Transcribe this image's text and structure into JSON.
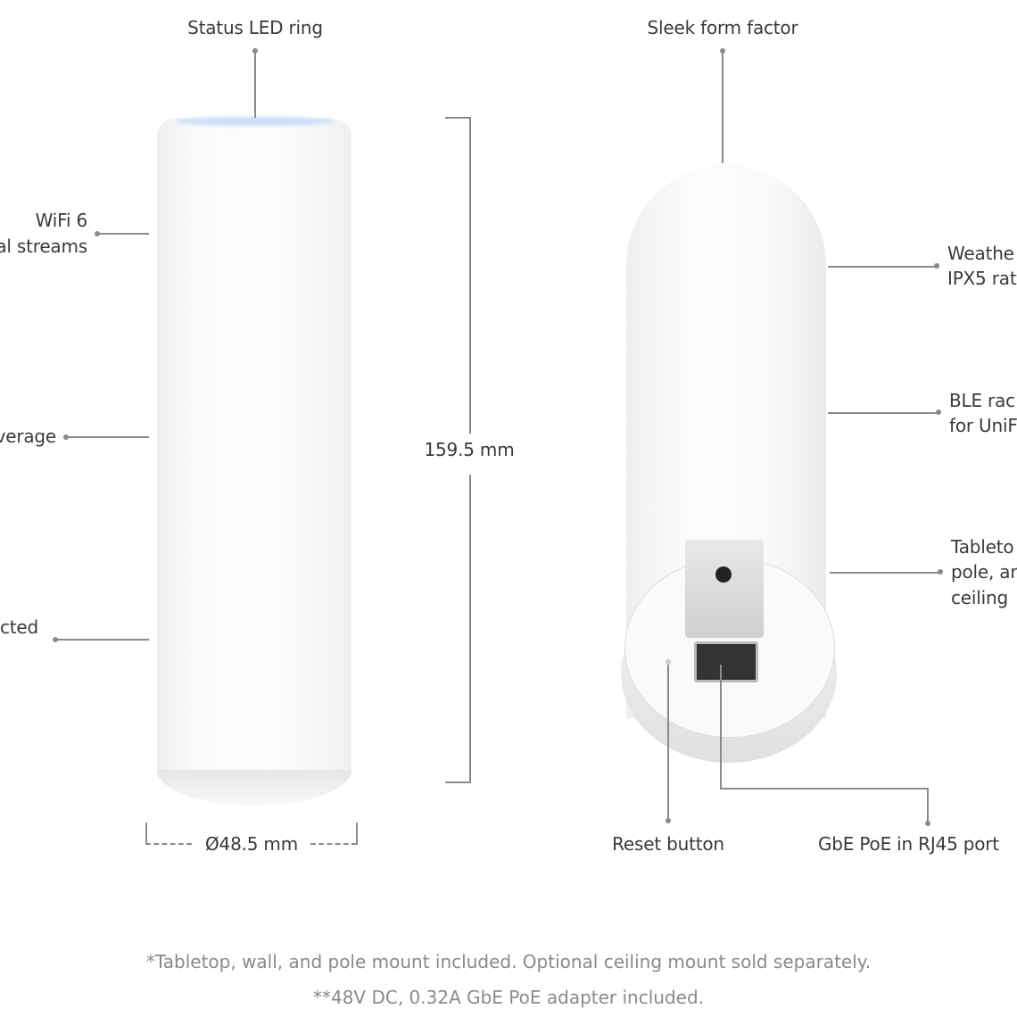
{
  "callouts": {
    "status_led": "Status LED ring",
    "wifi_line1": "WiFi 6",
    "wifi_line2": "al streams",
    "coverage": "verage",
    "connected": "cted",
    "sleek": "Sleek form factor",
    "weather_line1": "Weathe",
    "weather_line2": "IPX5 rat",
    "ble_line1": "BLE rac",
    "ble_line2": "for UniF",
    "mount_line1": "Tableto",
    "mount_line2": "pole, an",
    "mount_line3": "ceiling",
    "reset": "Reset button",
    "poe_port": "GbE PoE in RJ45 port"
  },
  "dimensions": {
    "height": "159.5 mm",
    "diameter": "Ø48.5 mm"
  },
  "footnotes": [
    "*Tabletop, wall, and pole mount included. Optional ceiling mount sold separately.",
    "**48V DC, 0.32A GbE PoE adapter included."
  ],
  "colors": {
    "text": "#3a3a3a",
    "line": "#8a8a8a",
    "footnote": "#8a8a8a",
    "led": "#b9d2f5"
  }
}
